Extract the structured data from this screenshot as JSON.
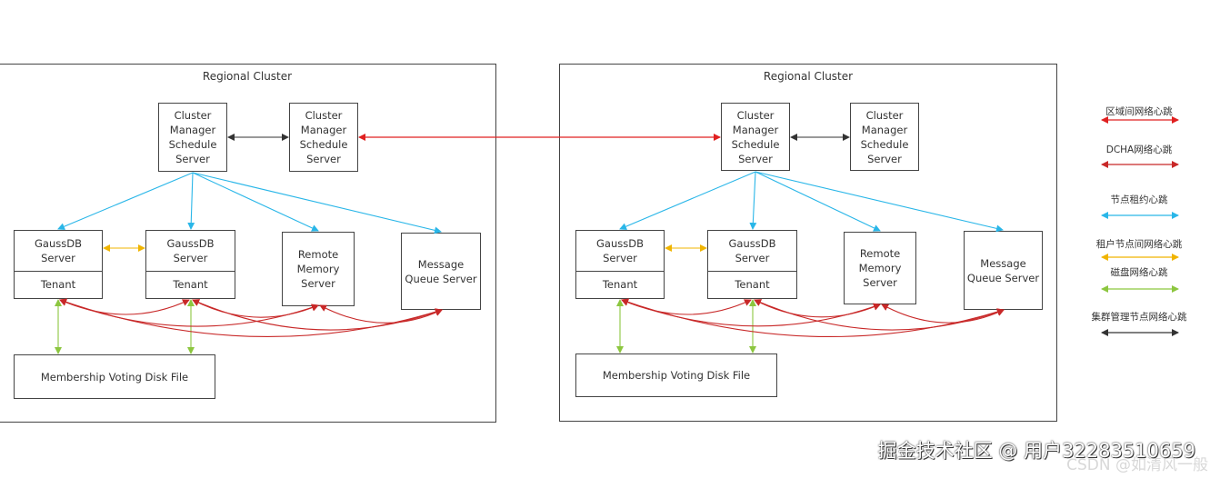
{
  "regions": [
    {
      "title": "Regional Cluster",
      "cm_primary": "Cluster\nManager\nSchedule\nServer",
      "cm_secondary": "Cluster\nManager\nSchedule\nServer",
      "gauss_a": {
        "server": "GaussDB\nServer",
        "tenant": "Tenant"
      },
      "gauss_b": {
        "server": "GaussDB\nServer",
        "tenant": "Tenant"
      },
      "remote_memory": "Remote\nMemory\nServer",
      "message_queue": "Message\nQueue Server",
      "disk": "Membership Voting Disk File"
    },
    {
      "title": "Regional Cluster",
      "cm_primary": "Cluster\nManager\nSchedule\nServer",
      "cm_secondary": "Cluster\nManager\nSchedule\nServer",
      "gauss_a": {
        "server": "GaussDB\nServer",
        "tenant": "Tenant"
      },
      "gauss_b": {
        "server": "GaussDB\nServer",
        "tenant": "Tenant"
      },
      "remote_memory": "Remote\nMemory\nServer",
      "message_queue": "Message\nQueue Server",
      "disk": "Membership Voting Disk File"
    }
  ],
  "legend": [
    {
      "label": "区域间网络心跳",
      "color": "#e02020"
    },
    {
      "label": "DCHA网络心跳",
      "color": "#c82828"
    },
    {
      "label": "节点租约心跳",
      "color": "#29b6e8"
    },
    {
      "label": "租户节点间网络心跳",
      "color": "#f0b400"
    },
    {
      "label": "磁盘网络心跳",
      "color": "#8cc63f"
    },
    {
      "label": "集群管理节点网络心跳",
      "color": "#333333"
    }
  ],
  "watermarks": {
    "csdn": "CSDN @如清风一般",
    "juejin": "掘金技术社区 @ 用户32283510659"
  }
}
